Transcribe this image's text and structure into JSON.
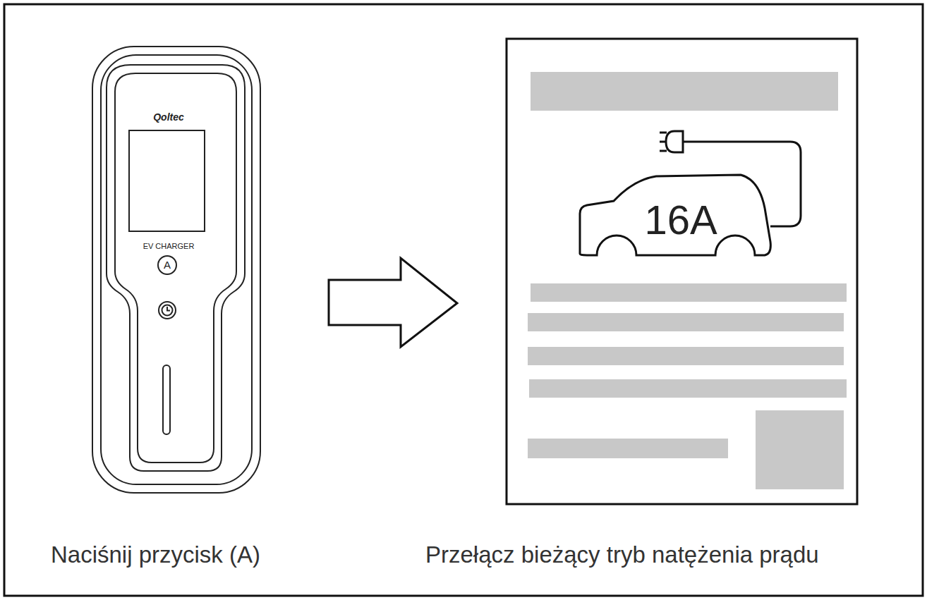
{
  "diagram": {
    "nodes": [
      {
        "text": [
          "Qoltec",
          "EV CHARGER"
        ]
      },
      {
        "text": [
          "A"
        ],
        "in": 0
      },
      {
        "text": [
          "16A"
        ]
      }
    ],
    "labels": [
      "Naciśnij przycisk (A)",
      "Przełącz bieżący tryb natężenia prądu"
    ]
  }
}
